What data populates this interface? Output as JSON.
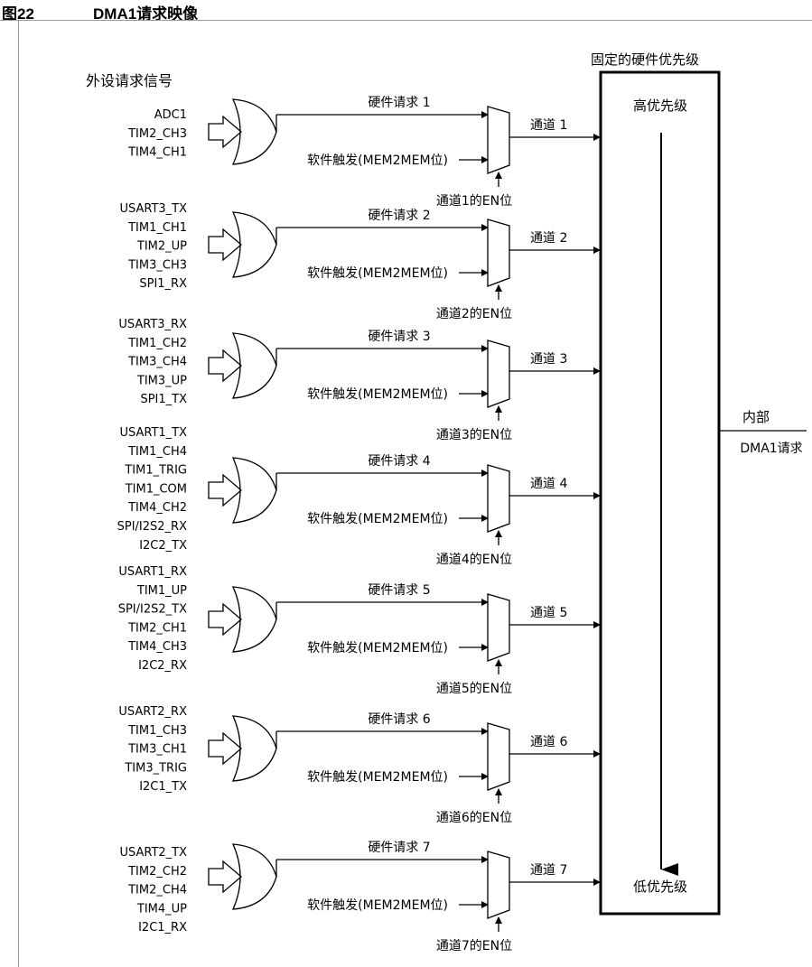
{
  "figure": {
    "number": "图22",
    "title": "DMA1请求映像"
  },
  "labels": {
    "peripheral_signals": "外设请求信号",
    "priority_block": "固定的硬件优先级",
    "high_priority": "高优先级",
    "low_priority": "低优先级",
    "output_line1": "内部",
    "output_line2": "DMA1请求",
    "software_trigger": "软件触发(MEM2MEM位)"
  },
  "channels": [
    {
      "signals": [
        "ADC1",
        "TIM2_CH3",
        "TIM4_CH1"
      ],
      "hw_request": "硬件请求 1",
      "channel": "通道 1",
      "en_bit": "通道1的EN位"
    },
    {
      "signals": [
        "USART3_TX",
        "TIM1_CH1",
        "TIM2_UP",
        "TIM3_CH3",
        "SPI1_RX"
      ],
      "hw_request": "硬件请求 2",
      "channel": "通道 2",
      "en_bit": "通道2的EN位"
    },
    {
      "signals": [
        "USART3_RX",
        "TIM1_CH2",
        "TIM3_CH4",
        "TIM3_UP",
        "SPI1_TX"
      ],
      "hw_request": "硬件请求 3",
      "channel": "通道 3",
      "en_bit": "通道3的EN位"
    },
    {
      "signals": [
        "USART1_TX",
        "TIM1_CH4",
        "TIM1_TRIG",
        "TIM1_COM",
        "TIM4_CH2",
        "SPI/I2S2_RX",
        "I2C2_TX"
      ],
      "hw_request": "硬件请求 4",
      "channel": "通道 4",
      "en_bit": "通道4的EN位"
    },
    {
      "signals": [
        "USART1_RX",
        "TIM1_UP",
        "SPI/I2S2_TX",
        "TIM2_CH1",
        "TIM4_CH3",
        "I2C2_RX"
      ],
      "hw_request": "硬件请求 5",
      "channel": "通道 5",
      "en_bit": "通道5的EN位"
    },
    {
      "signals": [
        "USART2_RX",
        "TIM1_CH3",
        "TIM3_CH1",
        "TIM3_TRIG",
        "I2C1_TX"
      ],
      "hw_request": "硬件请求 6",
      "channel": "通道 6",
      "en_bit": "通道6的EN位"
    },
    {
      "signals": [
        "USART2_TX",
        "TIM2_CH2",
        "TIM2_CH4",
        "TIM4_UP",
        "I2C1_RX"
      ],
      "hw_request": "硬件请求 7",
      "channel": "通道 7",
      "en_bit": "通道7的EN位"
    }
  ]
}
